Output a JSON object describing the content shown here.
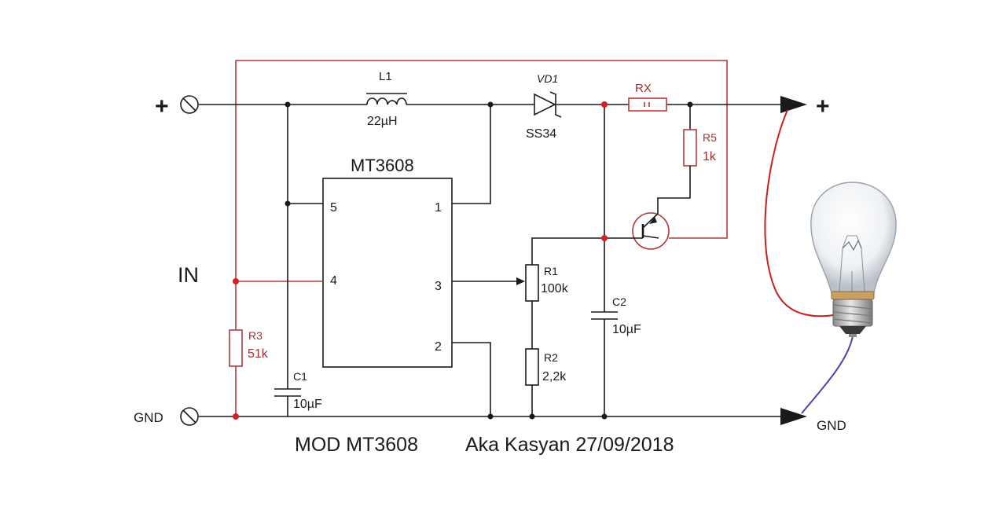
{
  "terminals": {
    "in_plus": "+",
    "in_gnd": "GND",
    "out_plus": "+",
    "out_gnd": "GND",
    "in_label": "IN"
  },
  "ic": {
    "name": "MT3608",
    "pins": [
      "5",
      "4",
      "1",
      "3",
      "2"
    ]
  },
  "components": {
    "l1": {
      "ref": "L1",
      "value": "22µH"
    },
    "vd1": {
      "ref": "VD1",
      "value": "SS34"
    },
    "rx": {
      "ref": "RX"
    },
    "r5": {
      "ref": "R5",
      "value": "1k"
    },
    "r1": {
      "ref": "R1",
      "value": "100k"
    },
    "r2": {
      "ref": "R2",
      "value": "2,2k"
    },
    "r3": {
      "ref": "R3",
      "value": "51k"
    },
    "c1": {
      "ref": "C1",
      "value": "10µF"
    },
    "c2": {
      "ref": "C2",
      "value": "10µF"
    }
  },
  "footer": {
    "left": "MOD MT3608",
    "right": "Aka Kasyan 27/09/2018"
  },
  "colors": {
    "wire": "#1a1a1a",
    "mod_wire": "#b23a3a",
    "junction_red": "#d42020",
    "lamp_red_wire": "#c82020",
    "lamp_blue_wire": "#5040a8"
  }
}
